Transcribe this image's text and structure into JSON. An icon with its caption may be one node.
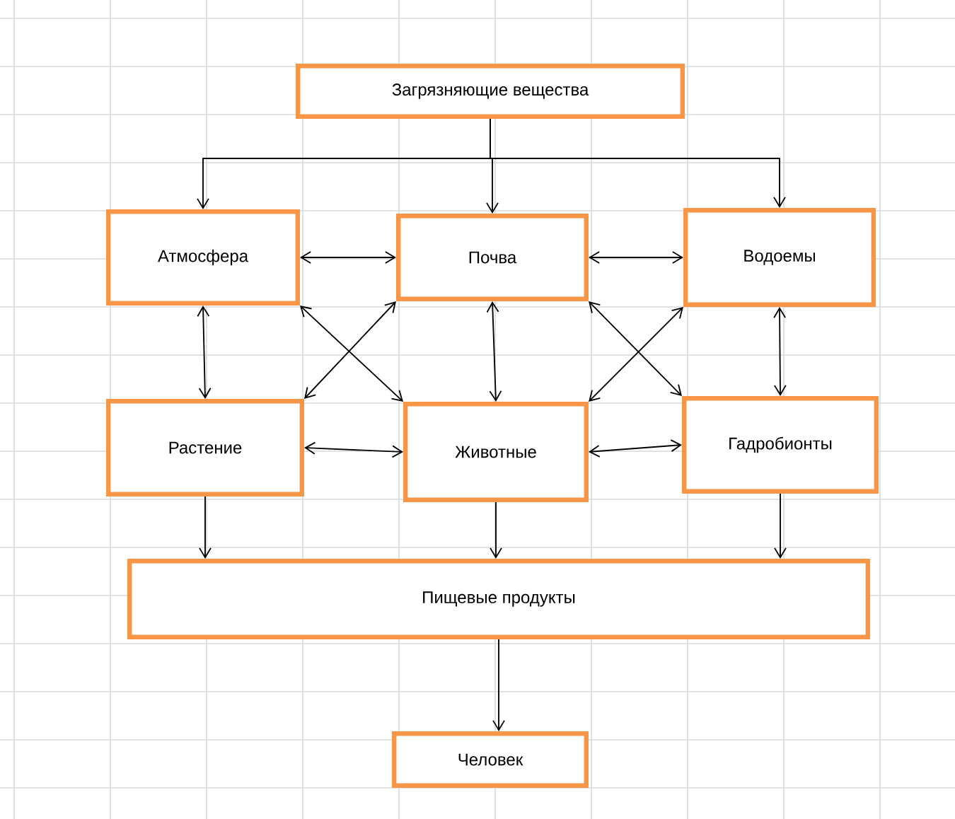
{
  "diagram": {
    "nodes": [
      {
        "text": [
          "Загрязняющие вещества"
        ]
      },
      {
        "text": [
          "Атмосфера"
        ]
      },
      {
        "text": [
          "Почва"
        ]
      },
      {
        "text": [
          "Водоемы"
        ]
      },
      {
        "text": [
          "Растение"
        ]
      },
      {
        "text": [
          "Животные"
        ]
      },
      {
        "text": [
          "Гадробионты"
        ]
      },
      {
        "text": [
          "Пищевые продукты"
        ]
      },
      {
        "text": [
          "Человек"
        ]
      }
    ],
    "edges": [
      {
        "from": 0,
        "to": 1,
        "arrow": "to"
      },
      {
        "from": 0,
        "to": 2,
        "arrow": "to"
      },
      {
        "from": 0,
        "to": 3,
        "arrow": "to"
      },
      {
        "from": 1,
        "to": 2,
        "arrow": "both"
      },
      {
        "from": 2,
        "to": 3,
        "arrow": "both"
      },
      {
        "from": 1,
        "to": 4,
        "arrow": "both"
      },
      {
        "from": 2,
        "to": 5,
        "arrow": "both"
      },
      {
        "from": 3,
        "to": 6,
        "arrow": "both"
      },
      {
        "from": 1,
        "to": 5,
        "arrow": "both"
      },
      {
        "from": 2,
        "to": 4,
        "arrow": "both"
      },
      {
        "from": 2,
        "to": 6,
        "arrow": "both"
      },
      {
        "from": 3,
        "to": 5,
        "arrow": "both"
      },
      {
        "from": 4,
        "to": 5,
        "arrow": "both"
      },
      {
        "from": 5,
        "to": 6,
        "arrow": "both"
      },
      {
        "from": 4,
        "to": 7,
        "arrow": "to"
      },
      {
        "from": 5,
        "to": 7,
        "arrow": "to"
      },
      {
        "from": 6,
        "to": 7,
        "arrow": "to"
      },
      {
        "from": 7,
        "to": 8,
        "arrow": "to"
      }
    ]
  }
}
